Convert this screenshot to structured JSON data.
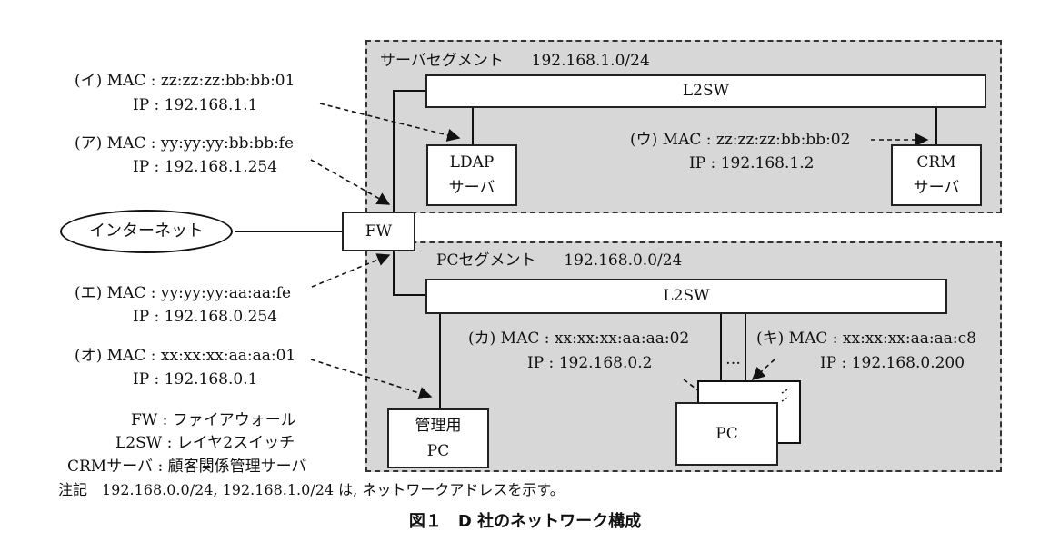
{
  "server_segment": {
    "name": "サーバセグメント",
    "network": "192.168.1.0/24"
  },
  "pc_segment": {
    "name": "PCセグメント",
    "network": "192.168.0.0/24"
  },
  "devices": {
    "l2sw_server": "L2SW",
    "l2sw_pc": "L2SW",
    "ldap": [
      "LDAP",
      "サーバ"
    ],
    "crm": [
      "CRM",
      "サーバ"
    ],
    "fw": "FW",
    "internet": "インターネット",
    "admin_pc": [
      "管理用",
      "PC"
    ],
    "pc": "PC",
    "ellipsis": "…"
  },
  "addresses": {
    "i": {
      "mac": "(イ) MAC : zz:zz:zz:bb:bb:01",
      "ip": "IP : 192.168.1.1"
    },
    "a": {
      "mac": "(ア) MAC : yy:yy:yy:bb:bb:fe",
      "ip": "IP : 192.168.1.254"
    },
    "u": {
      "mac": "(ウ) MAC : zz:zz:zz:bb:bb:02",
      "ip": "IP : 192.168.1.2"
    },
    "e": {
      "mac": "(エ) MAC : yy:yy:yy:aa:aa:fe",
      "ip": "IP : 192.168.0.254"
    },
    "o": {
      "mac": "(オ) MAC : xx:xx:xx:aa:aa:01",
      "ip": "IP : 192.168.0.1"
    },
    "ka": {
      "mac": "(カ) MAC : xx:xx:xx:aa:aa:02",
      "ip": "IP : 192.168.0.2"
    },
    "ki": {
      "mac": "(キ) MAC : xx:xx:xx:aa:aa:c8",
      "ip": "IP : 192.168.0.200"
    }
  },
  "legend": [
    "FW : ファイアウォール",
    "L2SW : レイヤ2スイッチ",
    "CRMサーバ : 顧客関係管理サーバ"
  ],
  "note": "注記　192.168.0.0/24, 192.168.1.0/24 は, ネットワークアドレスを示す。",
  "caption": "図１　D 社のネットワーク構成"
}
